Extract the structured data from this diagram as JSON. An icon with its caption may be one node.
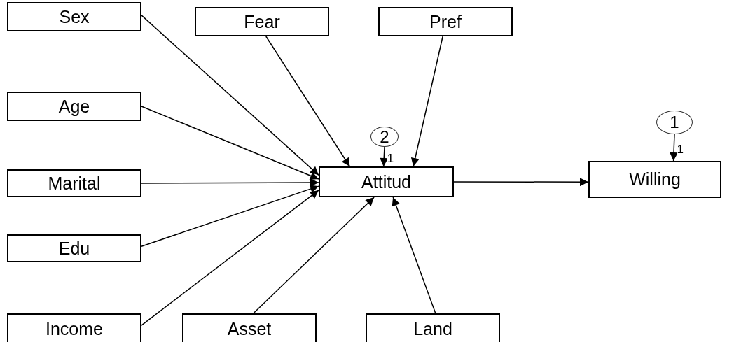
{
  "diagram": {
    "nodes": [
      {
        "text": [
          "Sex"
        ]
      },
      {
        "text": [
          "Fear"
        ]
      },
      {
        "text": [
          "Pref"
        ]
      },
      {
        "text": [
          "Age"
        ]
      },
      {
        "text": [
          "2"
        ]
      },
      {
        "text": [
          "1"
        ]
      },
      {
        "text": [
          "Marital"
        ]
      },
      {
        "text": [
          "Attitud"
        ]
      },
      {
        "text": [
          "Willing"
        ]
      },
      {
        "text": [
          "Edu"
        ]
      },
      {
        "text": [
          "Income"
        ]
      },
      {
        "text": [
          "Asset"
        ]
      },
      {
        "text": [
          "Land"
        ]
      }
    ],
    "edges": [
      {
        "from": 0,
        "to": 7,
        "arrow": "to"
      },
      {
        "from": 1,
        "to": 7,
        "arrow": "to"
      },
      {
        "from": 2,
        "to": 7,
        "arrow": "to"
      },
      {
        "from": 3,
        "to": 7,
        "arrow": "to"
      },
      {
        "from": 6,
        "to": 7,
        "arrow": "to"
      },
      {
        "from": 9,
        "to": 7,
        "arrow": "to"
      },
      {
        "from": 10,
        "to": 7,
        "arrow": "to"
      },
      {
        "from": 11,
        "to": 7,
        "arrow": "to"
      },
      {
        "from": 12,
        "to": 7,
        "arrow": "to"
      },
      {
        "from": 7,
        "to": 8,
        "arrow": "to"
      },
      {
        "from": 4,
        "to": 7,
        "arrow": "to",
        "label": "1"
      },
      {
        "from": 5,
        "to": 8,
        "arrow": "to",
        "label": "1"
      }
    ]
  }
}
